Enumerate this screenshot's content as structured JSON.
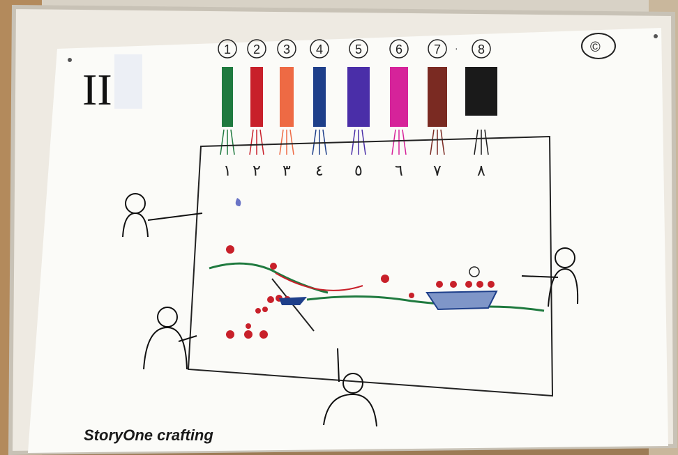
{
  "caption": "StoryOne crafting",
  "roman_numeral": "II",
  "corner_mark": "©",
  "legend": {
    "numbers": [
      "1",
      "2",
      "3",
      "4",
      "5",
      "6",
      "7",
      "8"
    ],
    "colors": [
      "#1f7a3f",
      "#c8202a",
      "#ee6a44",
      "#1e3f8a",
      "#4a2ea8",
      "#d6239a",
      "#7a2a22",
      "#1a1a1a"
    ],
    "arabic_digits": [
      "١",
      "٢",
      "٣",
      "٤",
      "٥",
      "٦",
      "٧",
      "٨"
    ]
  }
}
